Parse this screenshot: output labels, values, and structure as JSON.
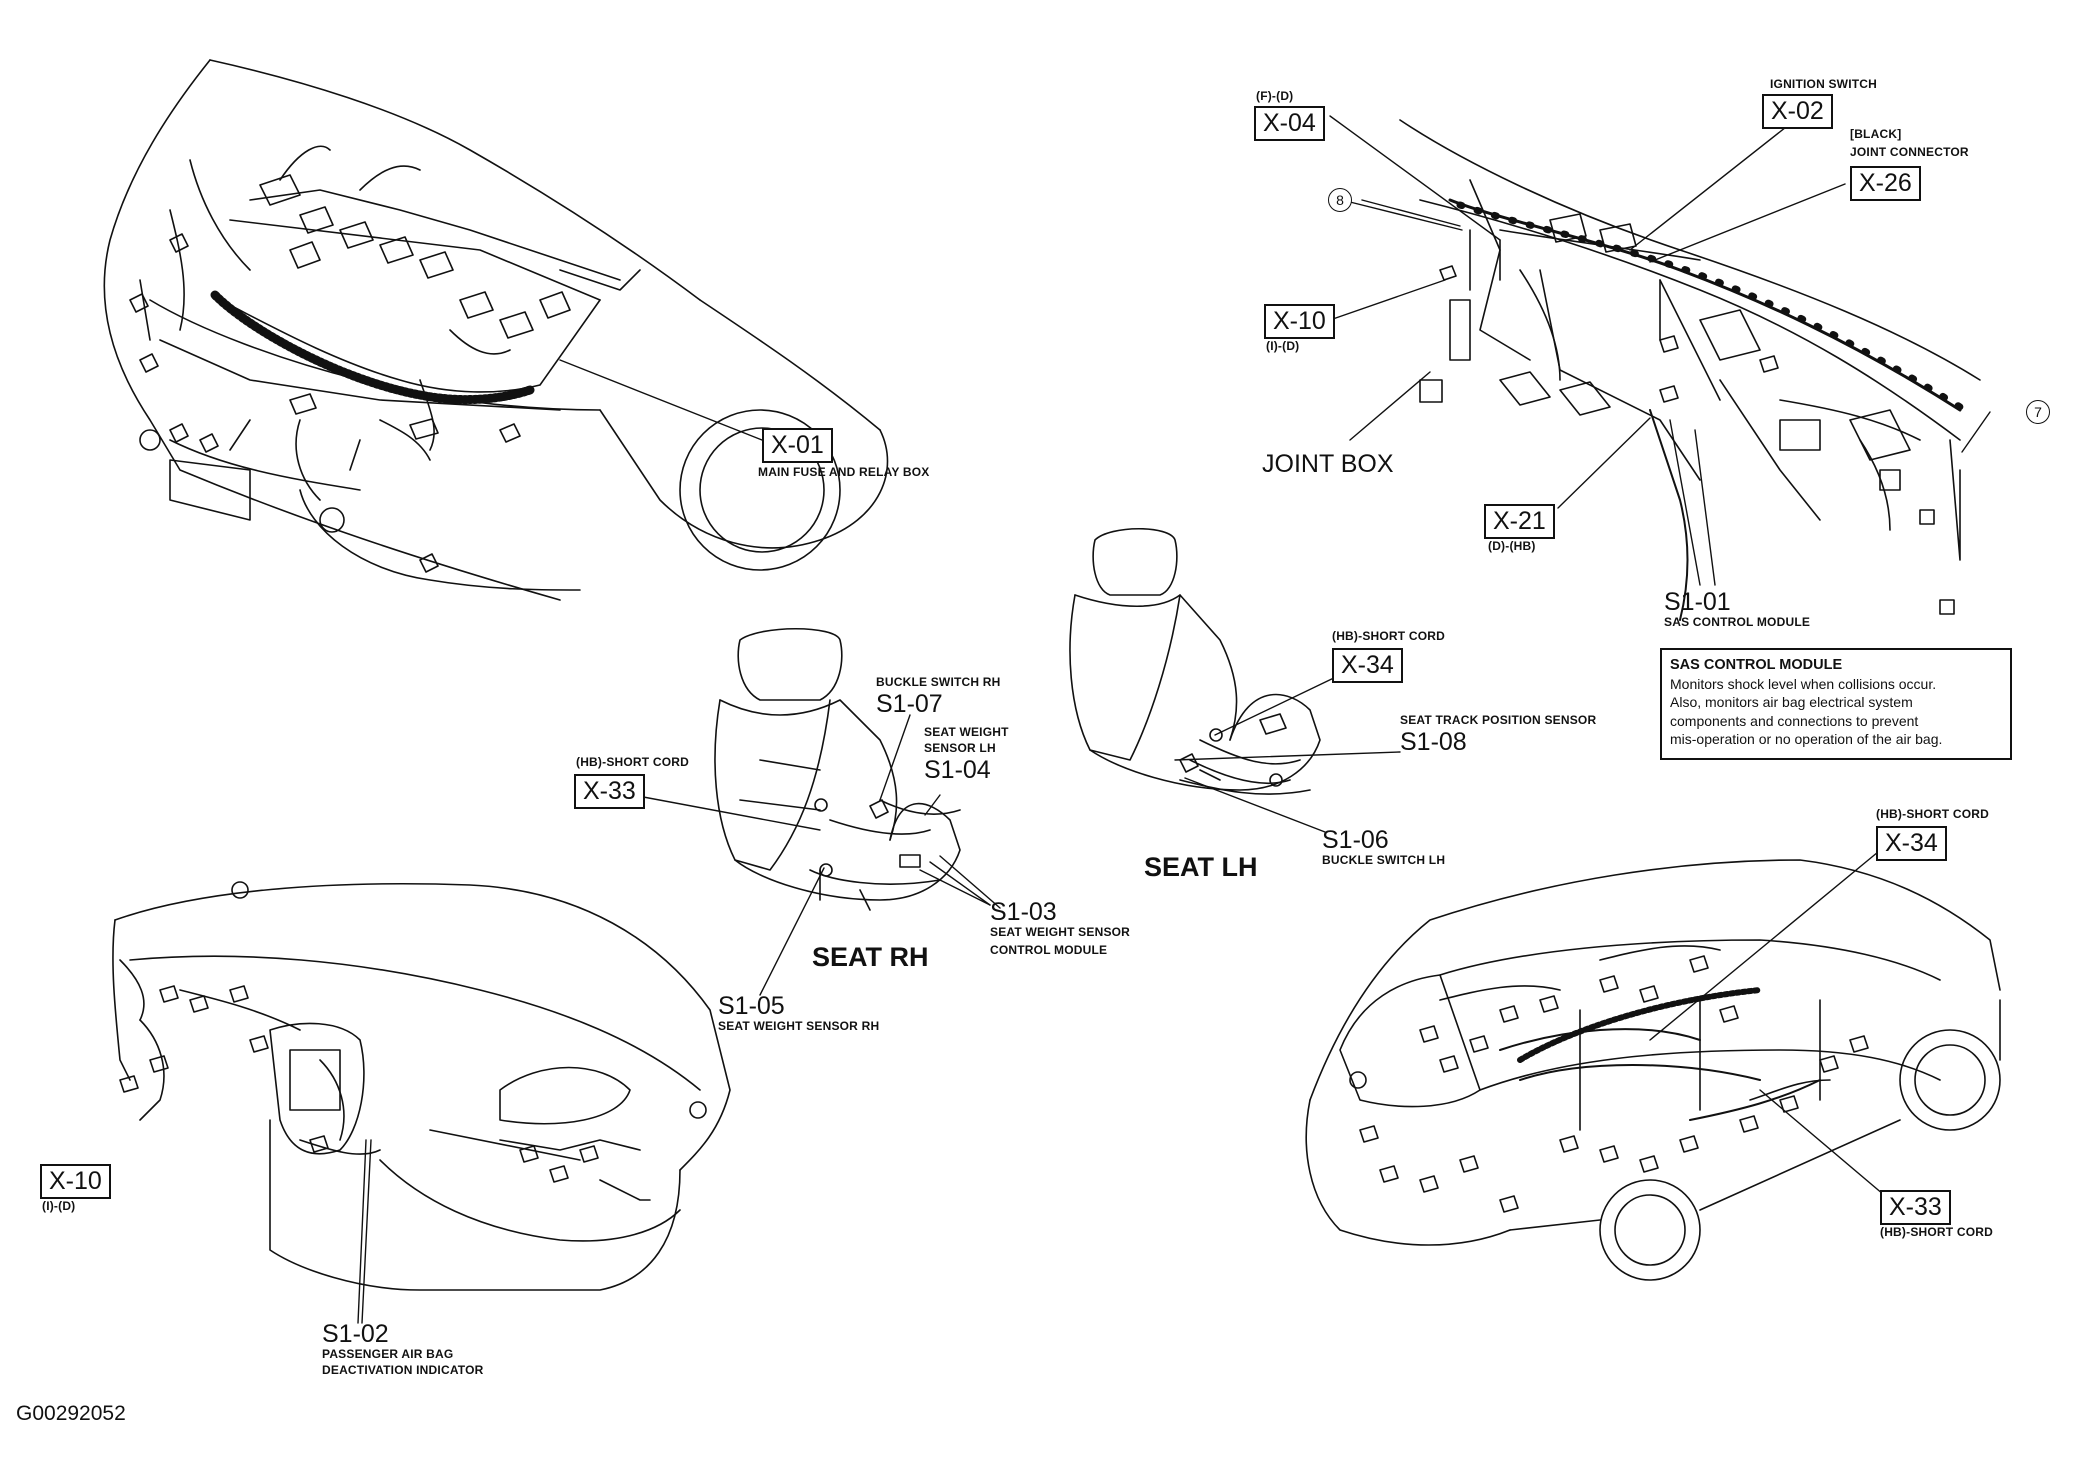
{
  "callouts": {
    "x01": {
      "code": "X-01",
      "desc": "MAIN FUSE AND RELAY BOX"
    },
    "x04": {
      "code": "X-04",
      "note": "(F)-(D)"
    },
    "x02": {
      "code": "X-02",
      "desc": "IGNITION SWITCH"
    },
    "x26": {
      "code": "X-26",
      "note": "[BLACK]",
      "desc": "JOINT CONNECTOR"
    },
    "x10_top": {
      "code": "X-10",
      "note": "(I)-(D)"
    },
    "joint_box": "JOINT BOX",
    "x21": {
      "code": "X-21",
      "note": "(D)-(HB)"
    },
    "s1_01": {
      "code": "S1-01",
      "desc": "SAS CONTROL MODULE"
    },
    "circle_8": "8",
    "circle_7": "7",
    "x34_seat": {
      "code": "X-34",
      "note": "(HB)-SHORT CORD"
    },
    "s1_08": {
      "code": "S1-08",
      "desc": "SEAT TRACK POSITION SENSOR"
    },
    "s1_06": {
      "code": "S1-06",
      "desc": "BUCKLE SWITCH LH"
    },
    "seat_lh": "SEAT LH",
    "s1_07": {
      "code": "S1-07",
      "desc": "BUCKLE SWITCH RH"
    },
    "s1_04": {
      "code": "S1-04",
      "desc1": "SEAT WEIGHT",
      "desc2": "SENSOR LH"
    },
    "x33_seat": {
      "code": "X-33",
      "note": "(HB)-SHORT CORD"
    },
    "s1_03": {
      "code": "S1-03",
      "desc1": "SEAT WEIGHT SENSOR",
      "desc2": "CONTROL MODULE"
    },
    "seat_rh": "SEAT RH",
    "s1_05": {
      "code": "S1-05",
      "desc": "SEAT WEIGHT SENSOR RH"
    },
    "x10_dash": {
      "code": "X-10",
      "note": "(I)-(D)"
    },
    "s1_02": {
      "code": "S1-02",
      "desc1": "PASSENGER AIR BAG",
      "desc2": "DEACTIVATION INDICATOR"
    },
    "x34_rear": {
      "code": "X-34",
      "note": "(HB)-SHORT CORD"
    },
    "x33_rear": {
      "code": "X-33",
      "note": "(HB)-SHORT CORD"
    }
  },
  "info_box": {
    "title": "SAS CONTROL MODULE",
    "lines": [
      "Monitors shock level when collisions occur.",
      "Also, monitors air bag electrical system",
      "components and connections to prevent",
      "mis-operation or no operation of the air bag."
    ]
  },
  "figure_id": "G00292052"
}
